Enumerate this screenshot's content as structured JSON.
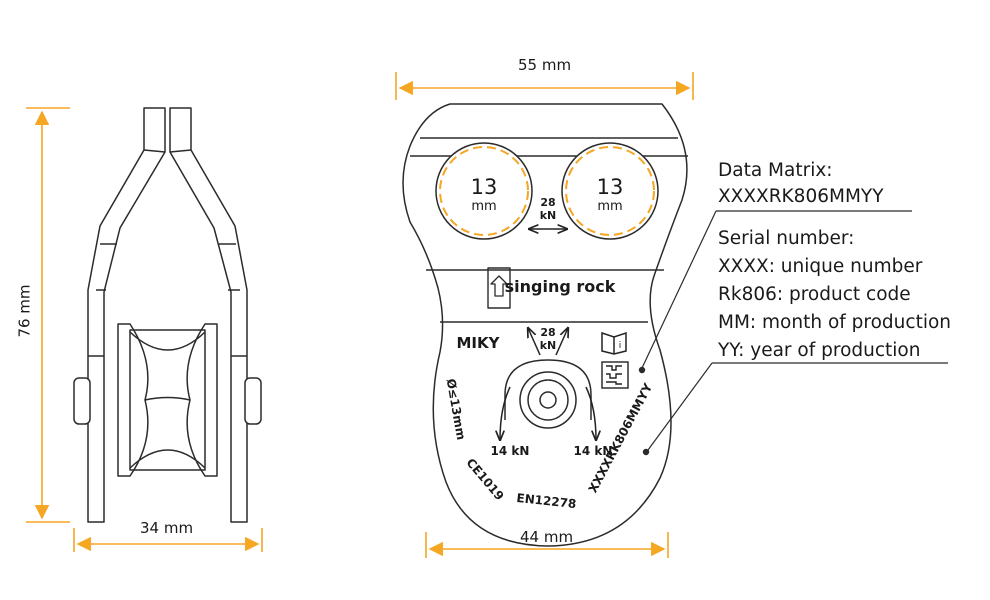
{
  "dimensions": {
    "top_width": "55 mm",
    "height": "76 mm",
    "side_width": "34 mm",
    "bottom_width": "44 mm"
  },
  "rope_holes": {
    "left_label": "13",
    "left_unit": "mm",
    "right_label": "13",
    "right_unit": "mm"
  },
  "markings": {
    "strength_top": "28",
    "strength_top_unit": "kN",
    "strength_main": "28",
    "strength_main_unit": "kN",
    "left_load": "14 kN",
    "right_load": "14 kN",
    "model": "MIKY",
    "rope_diameter": "Ø≤13mm",
    "ce": "CE1019",
    "norm": "EN12278",
    "serial_engraving": "XXXXRK806MMYY",
    "brand": "singing rock",
    "info_icon_glyph": "i",
    "info_icon": "book-info-icon",
    "data_matrix_icon": "data-matrix-icon"
  },
  "legend": {
    "data_matrix_title": "Data Matrix:",
    "data_matrix_code": "XXXXRK806MMYY",
    "serial_title": "Serial number:",
    "line_xxxx": "XXXX: unique number",
    "line_rk806": "Rk806: product code",
    "line_mm": "MM: month of production",
    "line_yy": "YY: year of production"
  },
  "colors": {
    "accent": "#f5a623",
    "outline": "#2b2b2b"
  }
}
